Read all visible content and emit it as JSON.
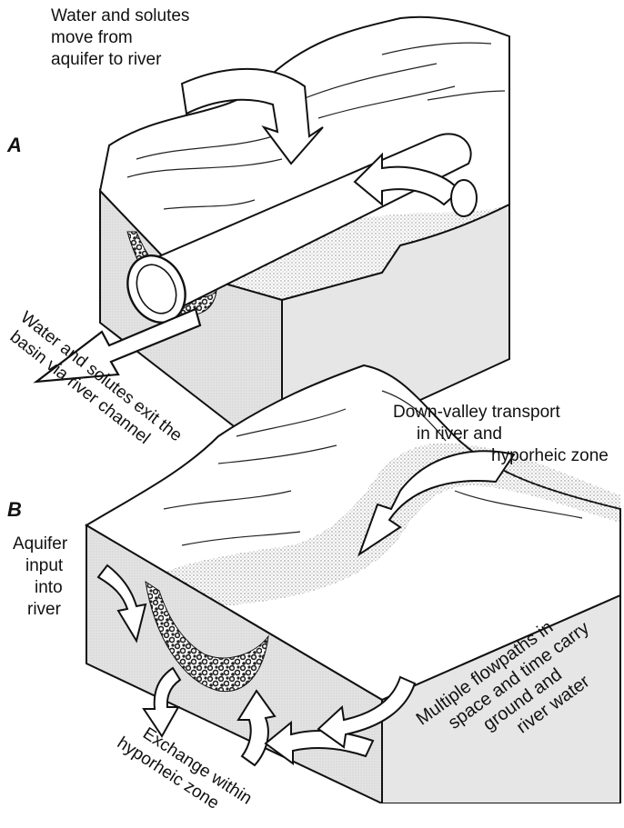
{
  "panels": {
    "a": "A",
    "b": "B"
  },
  "labels": {
    "aquifer_to_river": [
      "Water and solutes",
      "move from",
      "aquifer to river"
    ],
    "exit_basin": [
      "Water and solutes exit the",
      "basin via river channel"
    ],
    "down_valley": [
      "Down-valley transport",
      "in river and",
      "hyporheic zone"
    ],
    "aquifer_input": [
      "Aquifer",
      "input",
      "into",
      "river"
    ],
    "multiple_flowpaths": [
      "Multiple flowpaths in",
      "space and time carry",
      "ground and",
      "river water"
    ],
    "exchange": [
      "Exchange within",
      "hyporheic zone"
    ]
  },
  "colors": {
    "ink": "#111111",
    "box_side": "#e6e6e6",
    "paper": "#ffffff",
    "gravel": "#333333"
  }
}
